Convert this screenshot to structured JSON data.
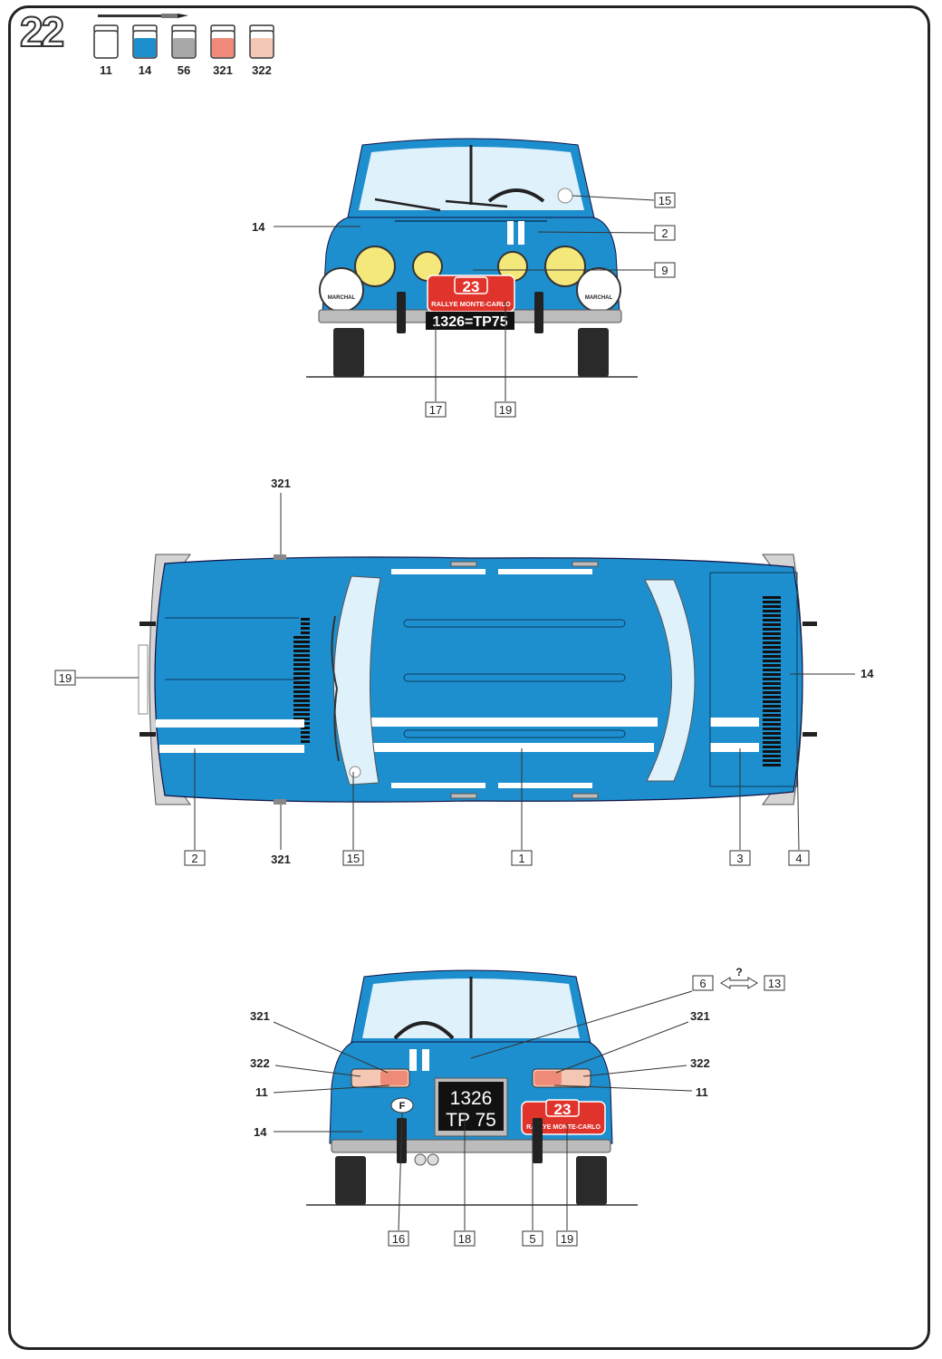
{
  "step": "22",
  "colors": {
    "body_blue": "#1e8fce",
    "glass": "#dff1fb",
    "white": "#ffffff",
    "chrome": "#bcbcbc",
    "rally_red": "#e0332b",
    "lamp_yellow": "#f5e87a",
    "tyre": "#2a2a2a"
  },
  "paints": [
    {
      "code": "11",
      "color": "#ffffff"
    },
    {
      "code": "14",
      "color": "#1e8fce"
    },
    {
      "code": "56",
      "color": "#a8a8a8"
    },
    {
      "code": "321",
      "color": "#f08a78"
    },
    {
      "code": "322",
      "color": "#f4c7b4"
    }
  ],
  "front_view": {
    "paint_label": "14",
    "decals": [
      "15",
      "2",
      "9",
      "17",
      "19"
    ],
    "plate": "1326=TP75",
    "rally_number": "23",
    "rally_text": "RALLYE MONTE-CARLO",
    "lamp_text": "MARCHAL"
  },
  "top_view": {
    "paint_top": "321",
    "paint_bottom": "321",
    "paint_right": "14",
    "decal_left": "19",
    "decals_bottom": [
      "2",
      "15",
      "1",
      "3",
      "4"
    ]
  },
  "rear_view": {
    "decals_top": [
      "6",
      "13"
    ],
    "swap_symbol": "?",
    "paint_left": [
      "321",
      "322",
      "11",
      "14"
    ],
    "paint_right": [
      "321",
      "322",
      "11"
    ],
    "decals_bottom": [
      "16",
      "18",
      "5",
      "19"
    ],
    "plate_line1": "1326",
    "plate_line2": "TP 75",
    "rally_number": "23",
    "rally_text": "RALLYE MONTE-CARLO",
    "country_badge": "F"
  }
}
